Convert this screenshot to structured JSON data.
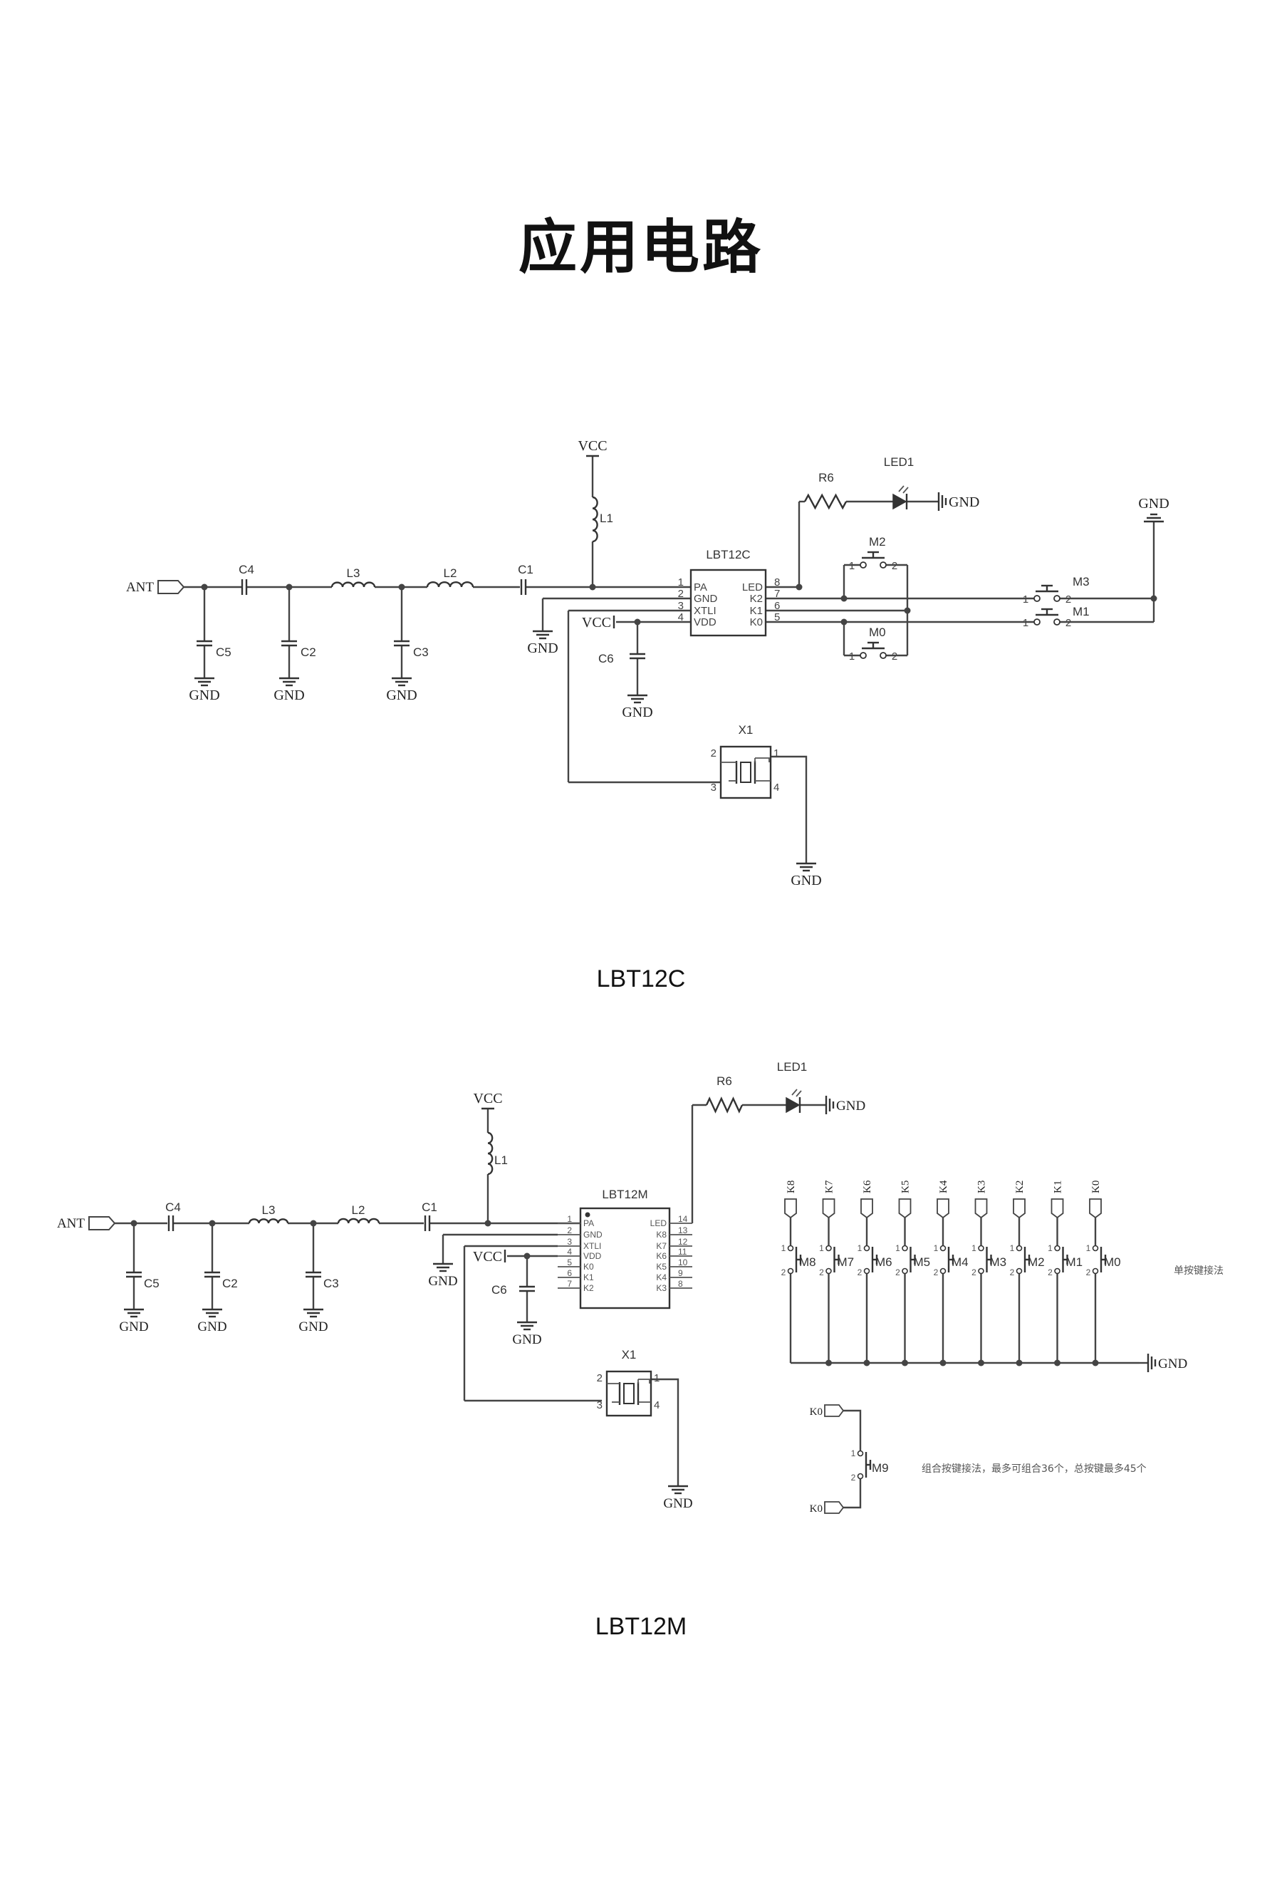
{
  "page_title": "应用电路",
  "diagrams": [
    {
      "caption": "LBT12C",
      "chip_name": "LBT12C",
      "chip_pins_left": [
        {
          "num": "1",
          "name": "PA"
        },
        {
          "num": "2",
          "name": "GND"
        },
        {
          "num": "3",
          "name": "XTLI"
        },
        {
          "num": "4",
          "name": "VDD"
        }
      ],
      "chip_pins_right": [
        {
          "num": "8",
          "name": "LED"
        },
        {
          "num": "7",
          "name": "K2"
        },
        {
          "num": "6",
          "name": "K1"
        },
        {
          "num": "5",
          "name": "K0"
        }
      ],
      "labels": {
        "ant": "ANT",
        "vcc": "VCC",
        "vcc2": "VCC",
        "gnd": "GND",
        "c1": "C1",
        "c2": "C2",
        "c3": "C3",
        "c4": "C4",
        "c5": "C5",
        "c6": "C6",
        "l1": "L1",
        "l2": "L2",
        "l3": "L3",
        "r6": "R6",
        "led1": "LED1",
        "x1": "X1",
        "m0": "M0",
        "m1": "M1",
        "m2": "M2",
        "m3": "M3"
      },
      "xtal_pins": [
        "2",
        "1",
        "3",
        "4"
      ],
      "sw_pins": [
        "1",
        "2"
      ]
    },
    {
      "caption": "LBT12M",
      "chip_name": "LBT12M",
      "chip_pins_left": [
        {
          "num": "1",
          "name": "PA"
        },
        {
          "num": "2",
          "name": "GND"
        },
        {
          "num": "3",
          "name": "XTLI"
        },
        {
          "num": "4",
          "name": "VDD"
        },
        {
          "num": "5",
          "name": "K0"
        },
        {
          "num": "6",
          "name": "K1"
        },
        {
          "num": "7",
          "name": "K2"
        }
      ],
      "chip_pins_right": [
        {
          "num": "14",
          "name": "LED"
        },
        {
          "num": "13",
          "name": "K8"
        },
        {
          "num": "12",
          "name": "K7"
        },
        {
          "num": "11",
          "name": "K6"
        },
        {
          "num": "10",
          "name": "K5"
        },
        {
          "num": "9",
          "name": "K4"
        },
        {
          "num": "8",
          "name": "K3"
        }
      ],
      "labels": {
        "ant": "ANT",
        "vcc": "VCC",
        "vcc2": "VCC",
        "gnd": "GND",
        "c1": "C1",
        "c2": "C2",
        "c3": "C3",
        "c4": "C4",
        "c5": "C5",
        "c6": "C6",
        "l1": "L1",
        "l2": "L2",
        "l3": "L3",
        "r6": "R6",
        "led1": "LED1",
        "x1": "X1",
        "m9": "M9",
        "k0": "K0"
      },
      "xtal_pins": [
        "2",
        "1",
        "3",
        "4"
      ],
      "sw_pins": [
        "1",
        "2"
      ],
      "key_columns": [
        {
          "port": "K8",
          "switch": "M8"
        },
        {
          "port": "K7",
          "switch": "M7"
        },
        {
          "port": "K6",
          "switch": "M6"
        },
        {
          "port": "K5",
          "switch": "M5"
        },
        {
          "port": "K4",
          "switch": "M4"
        },
        {
          "port": "K3",
          "switch": "M3"
        },
        {
          "port": "K2",
          "switch": "M2"
        },
        {
          "port": "K1",
          "switch": "M1"
        },
        {
          "port": "K0",
          "switch": "M0"
        }
      ],
      "note_single": "单按键接法",
      "note_combo": "组合按键接法，最多可组合36个，总按键最多45个"
    }
  ]
}
